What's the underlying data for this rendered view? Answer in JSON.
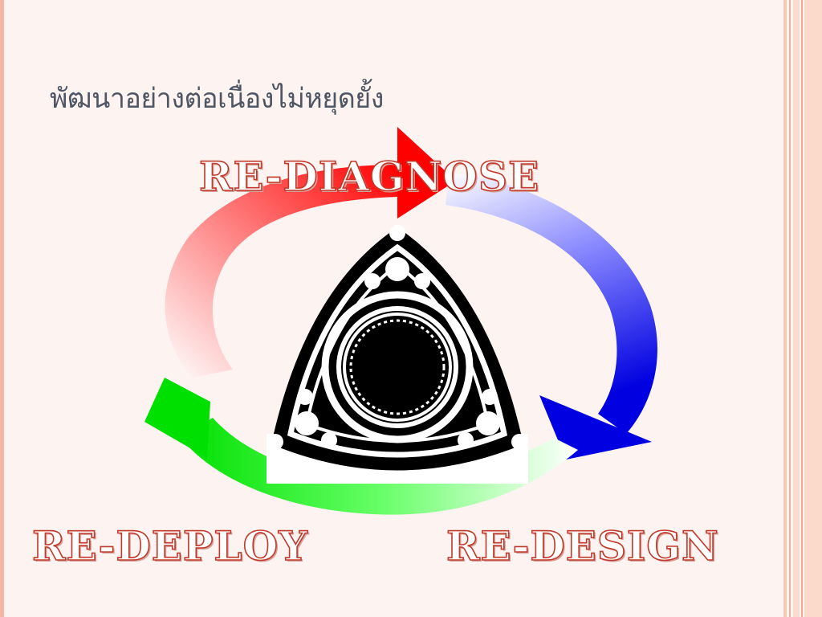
{
  "slide": {
    "title": "พัฒนาอย่างต่อเนื่องไม่หยุดยั้ง"
  },
  "cycle": {
    "step_top": "RE-DIAGNOSE",
    "step_right": "RE-DESIGN",
    "step_left": "RE-DEPLOY"
  },
  "colors": {
    "red_arrow": "#ff0000",
    "blue_arrow": "#0000ee",
    "green_arrow": "#00ee00",
    "label_outline": "#c0392b",
    "title_text": "#4f5663",
    "border_accent": "#f3b8a5"
  },
  "icons": {
    "center": "rotary-engine-rotor-icon"
  }
}
